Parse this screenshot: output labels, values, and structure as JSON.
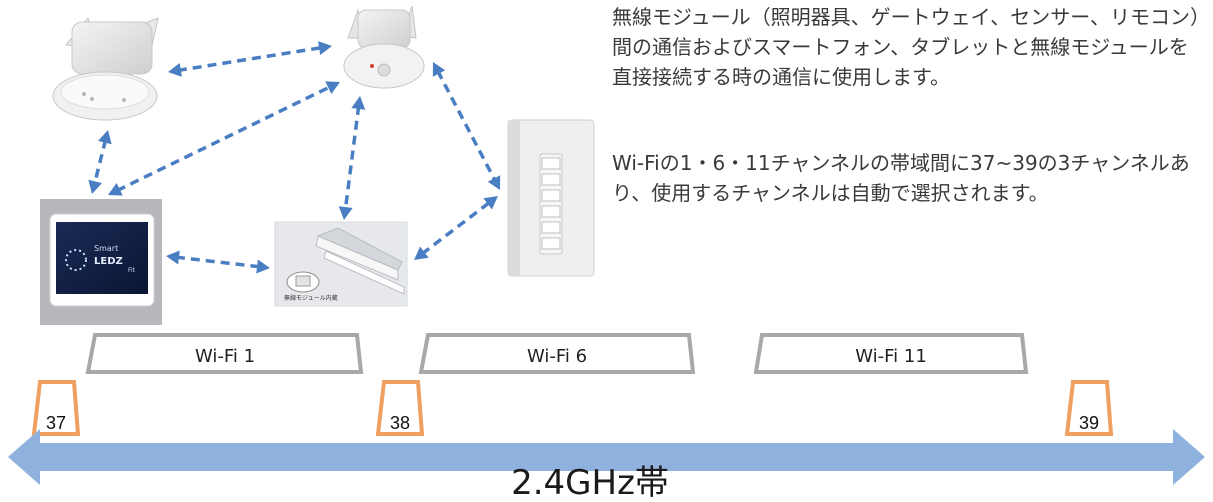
{
  "description": {
    "paragraph_1": "無線モジュール（照明器具、ゲートウェイ、センサー、リモコン）間の通信およびスマートフォン、タブレットと無線モジュールを直接接続する時の通信に使用します。",
    "paragraph_2": "Wi-Fiの1・6・11チャンネルの帯域間に37~39の3チャンネルあり、使用するチャンネルは自動で選択されます。"
  },
  "devices": {
    "tablet_screen_brand": "Smart",
    "tablet_screen_logo": "LEDZ",
    "tablet_screen_suffix": "Fit",
    "fixture_module_label": "無線モジュール内蔵"
  },
  "wifi_channels": [
    {
      "label": "Wi-Fi 1"
    },
    {
      "label": "Wi-Fi 6"
    },
    {
      "label": "Wi-Fi 11"
    }
  ],
  "ble_channels": [
    {
      "label": "37"
    },
    {
      "label": "38"
    },
    {
      "label": "39"
    }
  ],
  "band": {
    "label": "2.4GHz帯"
  },
  "colors": {
    "arrow": "#4a7ec2",
    "band_arrow": "#8fb1de",
    "channel_marker": "#f0a060",
    "wifi_box_border": "#a8a8a8",
    "text": "#3a3a3a"
  }
}
